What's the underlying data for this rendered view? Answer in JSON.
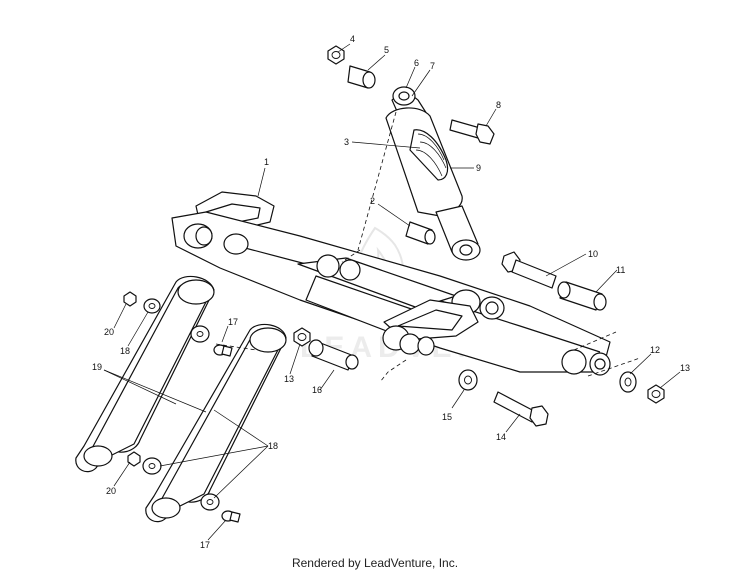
{
  "watermark": "LEADVENTURE",
  "credit": "Rendered by LeadVenture, Inc.",
  "callouts": {
    "c1": "1",
    "c2": "2",
    "c3": "3",
    "c4": "4",
    "c5": "5",
    "c6": "6",
    "c7": "7",
    "c8": "8",
    "c9": "9",
    "c10": "10",
    "c11": "11",
    "c12": "12",
    "c13a": "13",
    "c13b": "13",
    "c14": "14",
    "c15": "15",
    "c16": "16",
    "c17a": "17",
    "c17b": "17",
    "c18a": "18",
    "c18b": "18",
    "c19": "19",
    "c20a": "20",
    "c20b": "20"
  }
}
